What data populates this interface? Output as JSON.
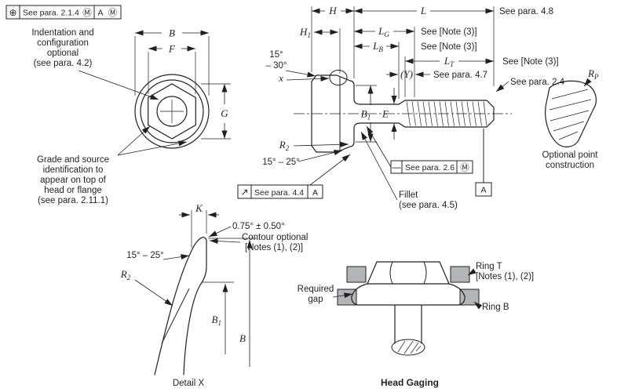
{
  "colors": {
    "line": "#231f20",
    "ring_fill": "#b3b5b7"
  },
  "fcf_position": {
    "sym": "⊕",
    "text": "See para. 2.1.4",
    "mod": "Ⓜ",
    "datum": "A",
    "datum_mod": "Ⓜ"
  },
  "front_view": {
    "note_indentation": {
      "l1": "Indentation and",
      "l2": "configuration",
      "l3": "optional",
      "l4": "(see para. 4.2)"
    },
    "note_grade": {
      "l1": "Grade and source",
      "l2": "identification to",
      "l3": "appear on top of",
      "l4": "head or flange",
      "l5": "(see para. 2.11.1)"
    },
    "dim_B": "B",
    "dim_F": "F",
    "dim_G": "G"
  },
  "side_view": {
    "dim_H": "H",
    "dim_H1": {
      "base": "H",
      "sub": "1"
    },
    "dim_L": "L",
    "dim_LG": {
      "base": "L",
      "sub": "G"
    },
    "dim_LB": {
      "base": "L",
      "sub": "B"
    },
    "dim_LT": {
      "base": "L",
      "sub": "T"
    },
    "dim_Y": "(Y)",
    "dim_B1": {
      "base": "B",
      "sub": "1"
    },
    "dim_E": "E",
    "dim_x": "x",
    "dim_R2": {
      "base": "R",
      "sub": "2"
    },
    "angle_head": {
      "l1": "15°",
      "l2": "– 30°"
    },
    "angle_flange": "15° – 25°",
    "see_4_8": "See para. 4.8",
    "note3_1": "See [Note (3)]",
    "note3_2": "See [Note (3)]",
    "note3_3": "See  [Note (3)]",
    "see_4_7": "See para. 4.7",
    "see_2_4": "See para. 2.4",
    "fcf_straightness": {
      "sym": "—",
      "text": "See para. 2.6",
      "mod": "Ⓜ"
    },
    "fcf_runout": {
      "sym": "↗",
      "text": "See para. 4.4",
      "datum": "A"
    },
    "datum_a": "A",
    "fillet": {
      "l1": "Fillet",
      "l2": "(see para. 4.5)"
    },
    "point": {
      "dim_RP": {
        "base": "R",
        "sub": "P"
      },
      "caption1": "Optional point",
      "caption2": "construction"
    }
  },
  "detail_x": {
    "dim_K": "K",
    "contour_angle": "0.75° ± 0.50°",
    "contour_note": {
      "l1": "Contour optional",
      "l2": "[Notes (1), (2)]"
    },
    "angle": "15° – 25°",
    "dim_R2": {
      "base": "R",
      "sub": "2"
    },
    "dim_B1": {
      "base": "B",
      "sub": "1"
    },
    "dim_B": "B",
    "caption": "Detail X"
  },
  "head_gaging": {
    "ring_t": {
      "l1": "Ring T",
      "l2": "[Notes (1), (2)]"
    },
    "required_gap": {
      "l1": "Required",
      "l2": "gap"
    },
    "ring_b": "Ring B",
    "caption": "Head Gaging"
  }
}
